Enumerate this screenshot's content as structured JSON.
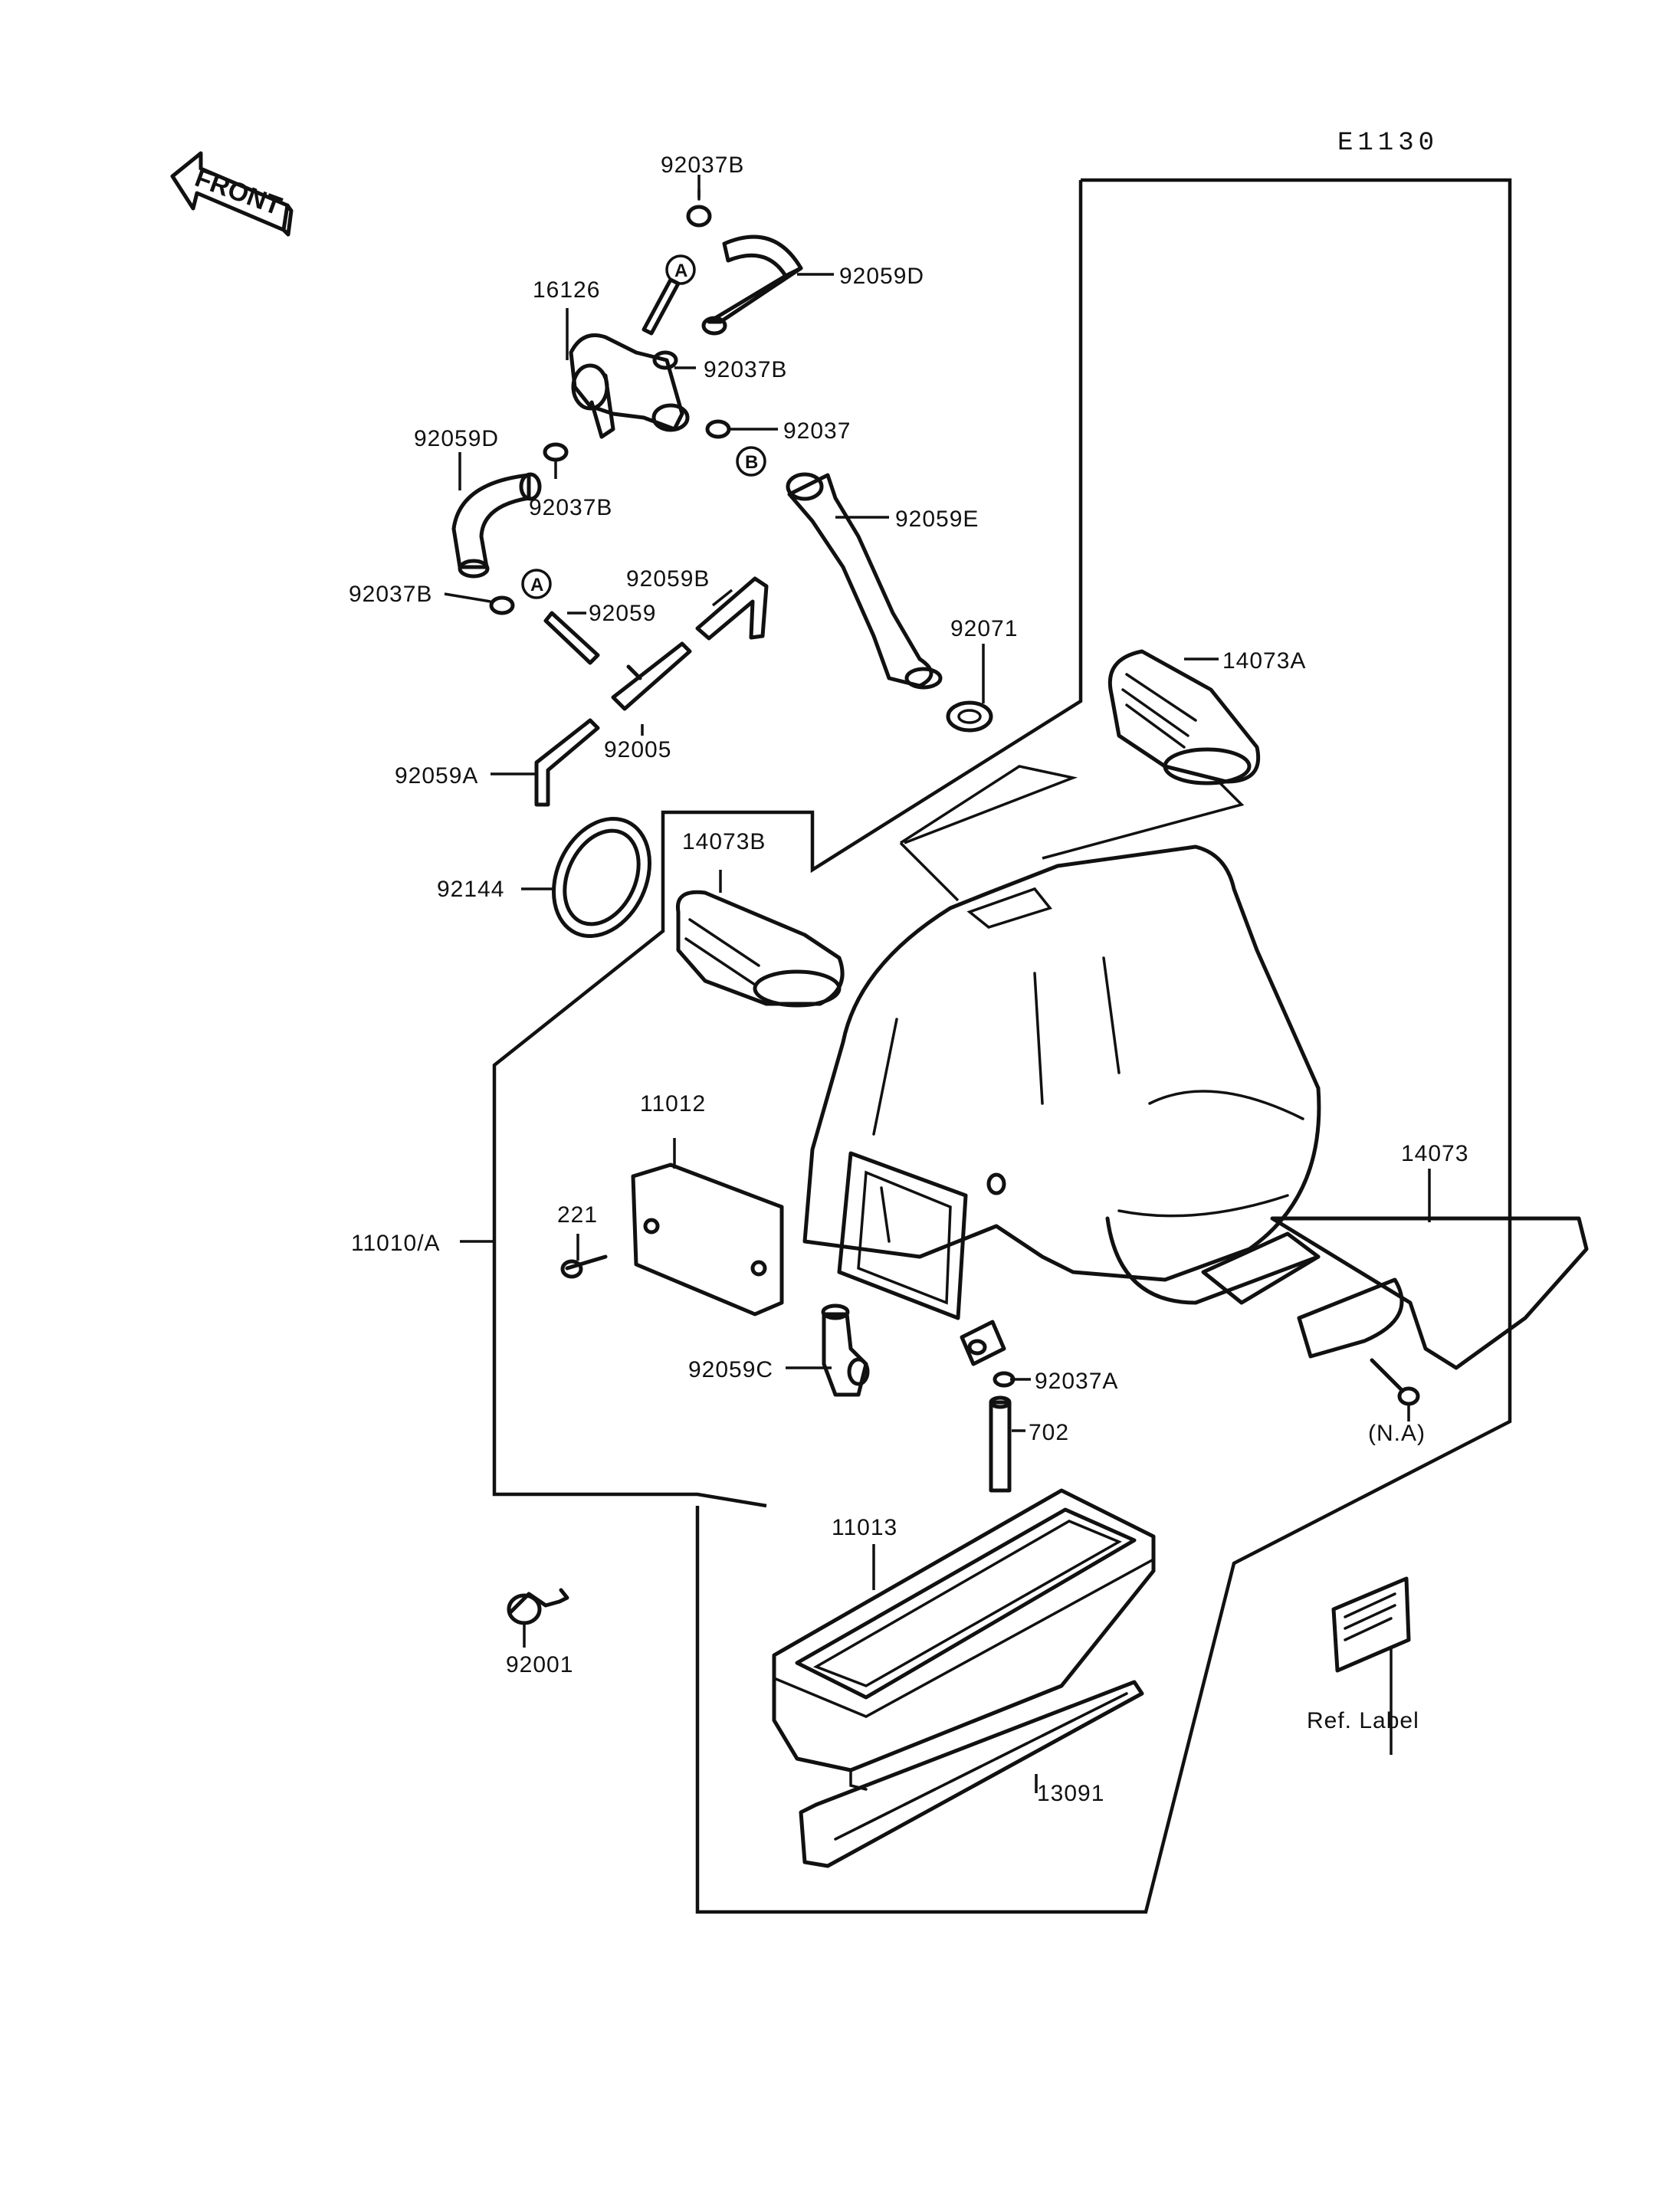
{
  "diagram_code": "E1130",
  "front_label": "FRONT",
  "ref_label": "Ref. Label",
  "note_na": "(N.A)",
  "markers": {
    "a": "A",
    "b": "B"
  },
  "callouts": {
    "p92037B_top": "92037B",
    "p92059D_top": "92059D",
    "p16126": "16126",
    "p92037B_mid": "92037B",
    "p92037": "92037",
    "p92059D_left": "92059D",
    "p92037B_left": "92037B",
    "p92059E": "92059E",
    "p92037B_low": "92037B",
    "p92059B": "92059B",
    "p92059": "92059",
    "p92071": "92071",
    "p14073A": "14073A",
    "p92005": "92005",
    "p92059A": "92059A",
    "p14073B": "14073B",
    "p92144": "92144",
    "p11012": "11012",
    "p14073": "14073",
    "p221": "221",
    "p11010A": "11010/A",
    "p92059C": "92059C",
    "p92037A": "92037A",
    "p702": "702",
    "p11013": "11013",
    "p92001": "92001",
    "p13091": "13091"
  }
}
